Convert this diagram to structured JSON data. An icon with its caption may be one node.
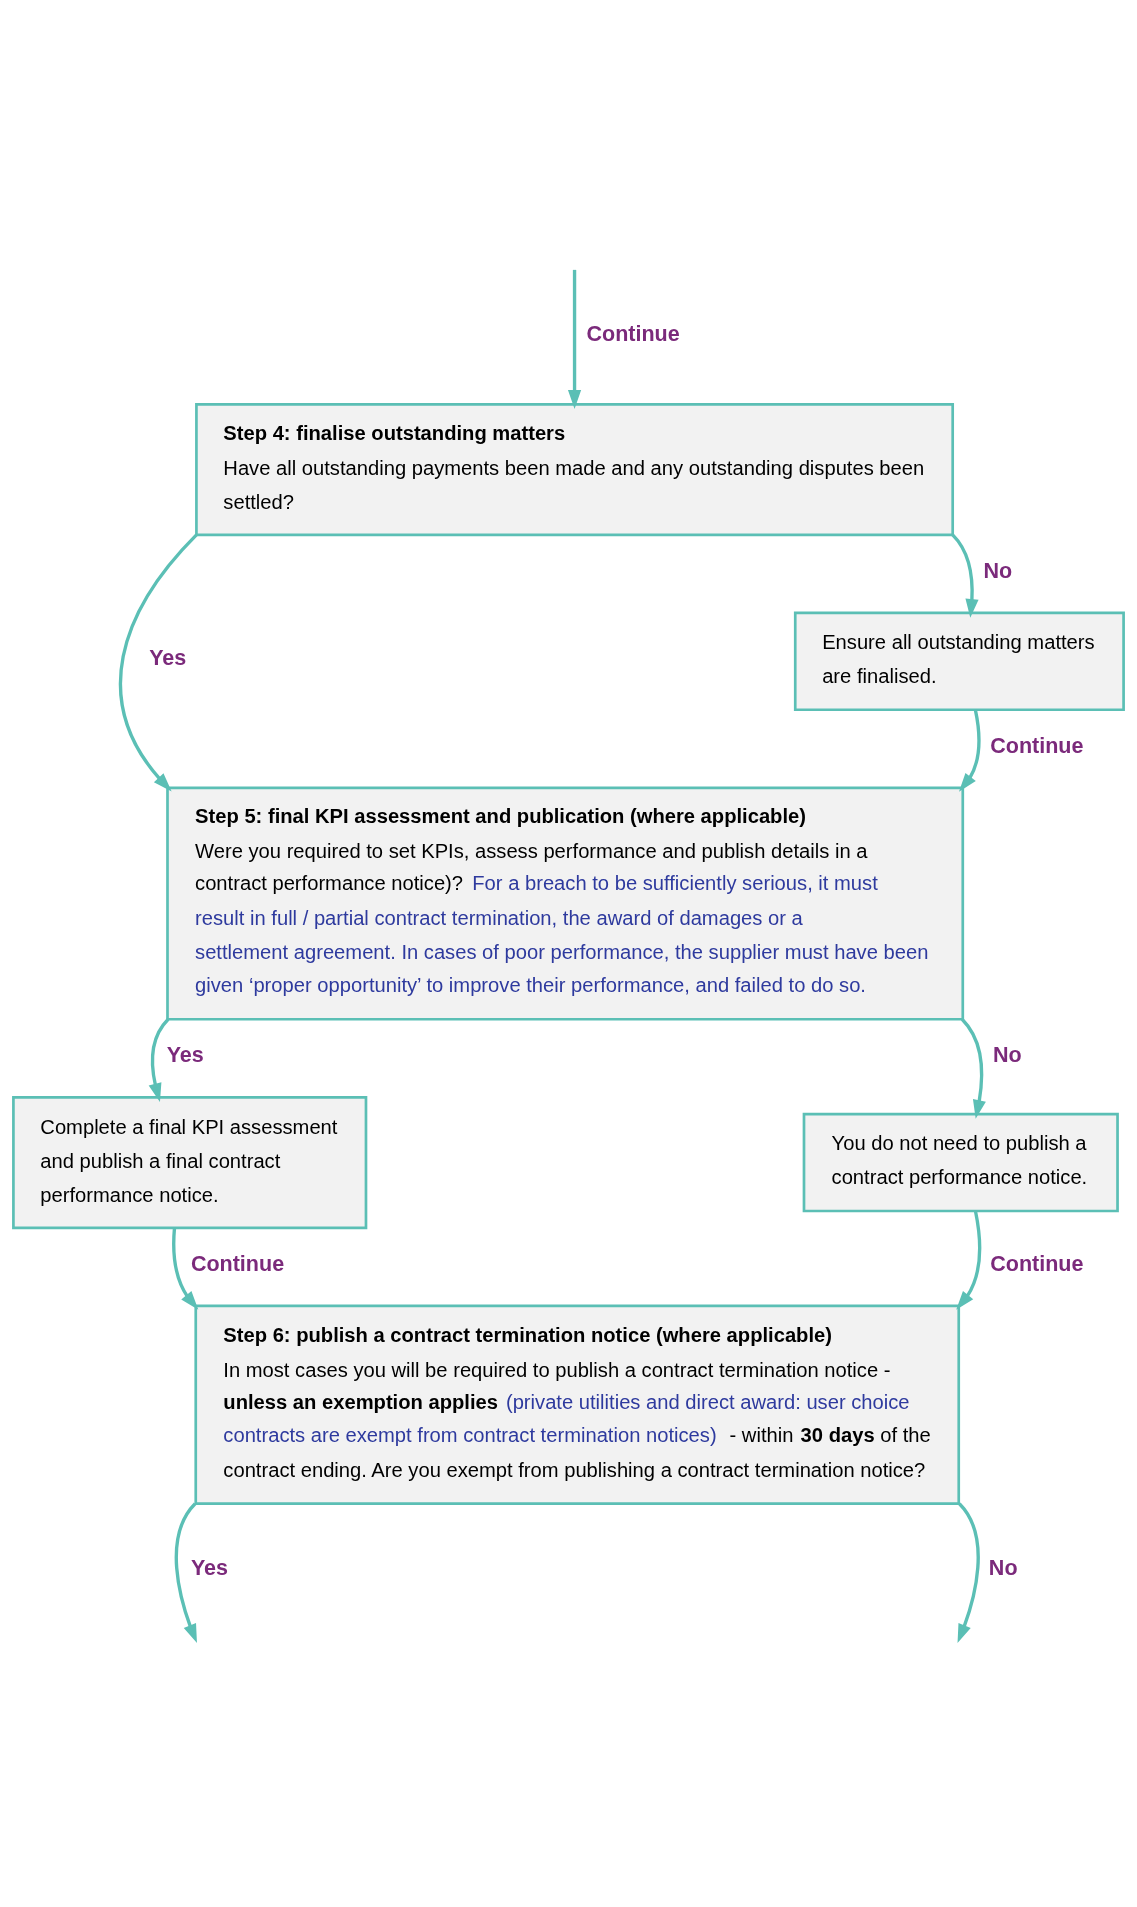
{
  "diagram": {
    "nodes": [
      {
        "text": [
          "Step 4: finalise outstanding matters",
          "Have all outstanding payments been made and any outstanding disputes been settled?"
        ]
      },
      {
        "text": [
          "Ensure all outstanding matters are finalised."
        ]
      },
      {
        "text": [
          "Step 5: final KPI assessment and publication (where applicable)",
          "Were you required to set KPIs, assess performance and publish details in a contract performance notice)?",
          "For a breach to be sufficiently serious, it must result in full / partial contract termination, the award of damages or a settlement agreement. In cases of poor performance, the supplier must have been given ‘proper opportunity’ to improve their performance, and failed to do so."
        ]
      },
      {
        "text": [
          "Complete a final KPI assessment and publish a final contract performance notice."
        ]
      },
      {
        "text": [
          "You do not need to publish a contract performance notice."
        ]
      },
      {
        "text": [
          "Step 6: publish a contract termination notice (where applicable)",
          "In most cases you will be required to publish a contract termination notice - **unless an exemption applies**",
          "(private utilities and direct award: user choice contracts are exempt from contract termination notices)",
          "- within **30 days** of the contract ending. Are you exempt from publishing a contract termination notice?"
        ]
      }
    ],
    "edges": [
      {
        "from": null,
        "to": 0,
        "arrow": "to",
        "label": "Continue"
      },
      {
        "from": 0,
        "to": 2,
        "arrow": "to",
        "label": "Yes"
      },
      {
        "from": 0,
        "to": 1,
        "arrow": "to",
        "label": "No"
      },
      {
        "from": 1,
        "to": 2,
        "arrow": "to",
        "label": "Continue"
      },
      {
        "from": 2,
        "to": 3,
        "arrow": "to",
        "label": "Yes"
      },
      {
        "from": 2,
        "to": 4,
        "arrow": "to",
        "label": "No"
      },
      {
        "from": 3,
        "to": 5,
        "arrow": "to",
        "label": "Continue"
      },
      {
        "from": 4,
        "to": 5,
        "arrow": "to",
        "label": "Continue"
      },
      {
        "from": 5,
        "to": null,
        "arrow": "to",
        "label": "Yes"
      },
      {
        "from": 5,
        "to": null,
        "arrow": "to",
        "label": "No"
      }
    ]
  }
}
